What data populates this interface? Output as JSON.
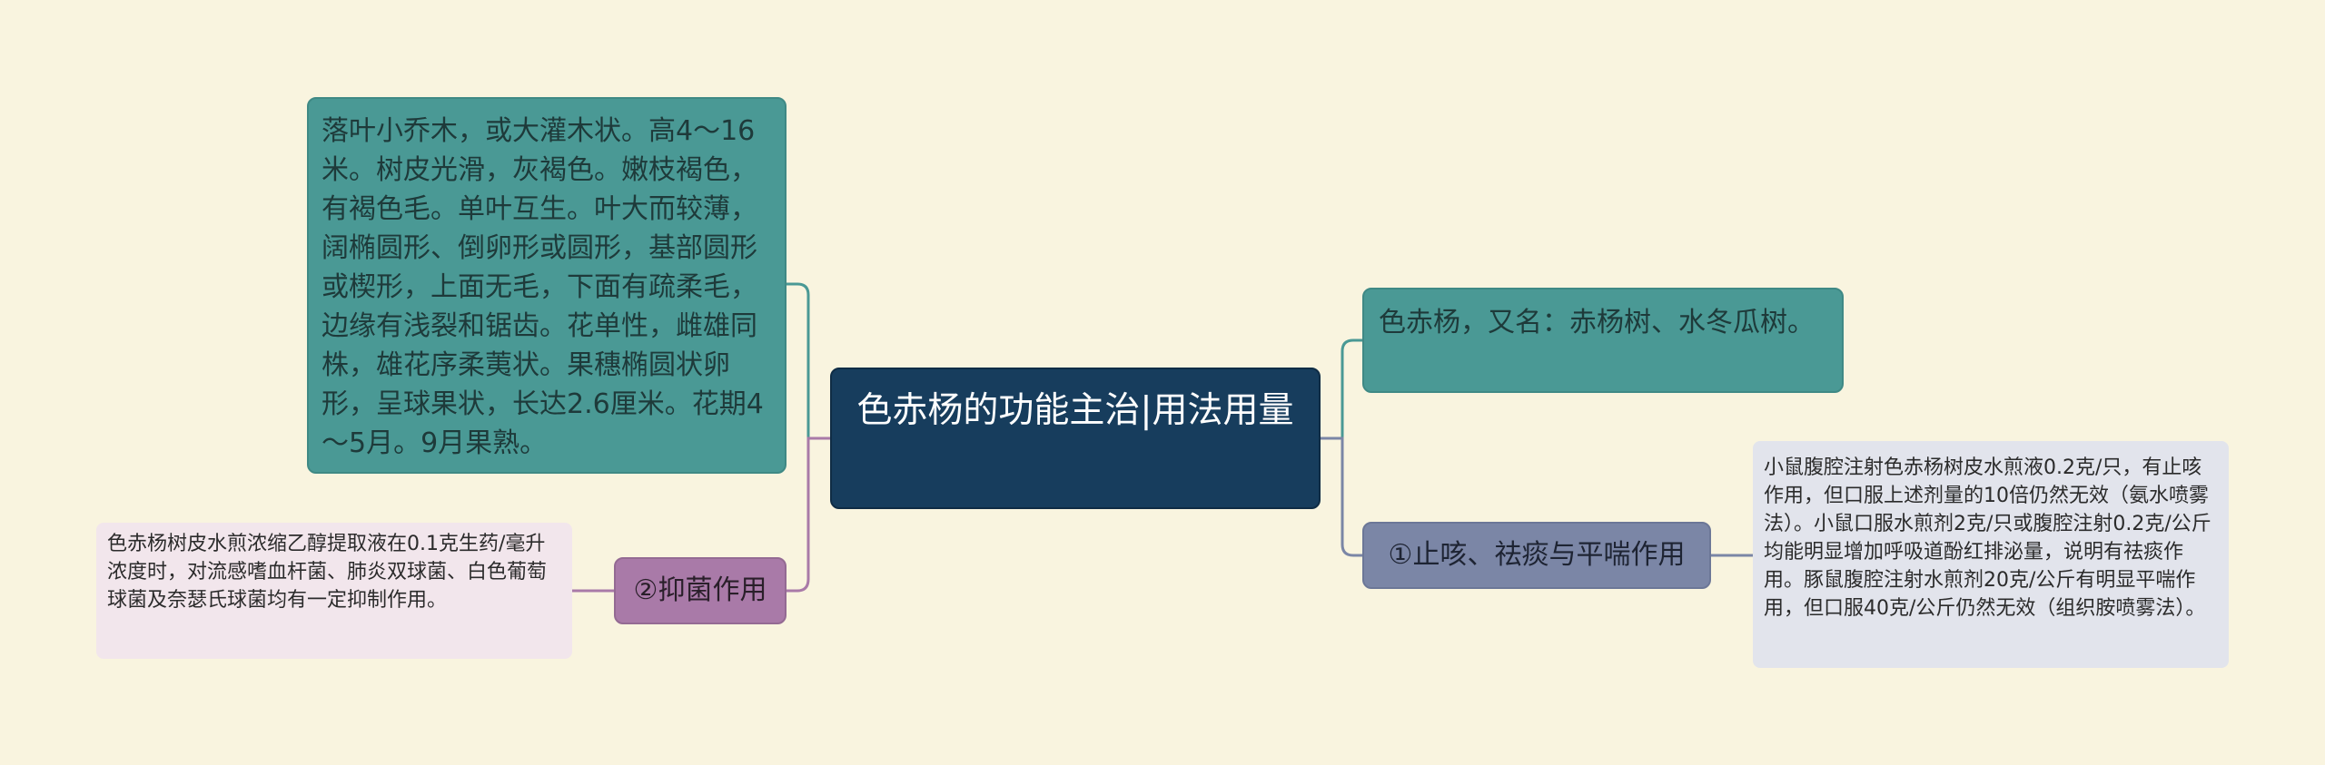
{
  "mindmap": {
    "root": {
      "label": "色赤杨的功能主治|用法用量"
    },
    "branches": {
      "description": {
        "text": "落叶小乔木，或大灌木状。高4～16米。树皮光滑，灰褐色。嫩枝褐色，有褐色毛。单叶互生。叶大而较薄，阔椭圆形、倒卵形或圆形，基部圆形或楔形，上面无毛，下面有疏柔毛，边缘有浅裂和锯齿。花单性，雌雄同株，雄花序柔荑状。果穗椭圆状卵形，呈球果状，长达2.6厘米。花期4～5月。9月果熟。"
      },
      "alias": {
        "text": "色赤杨，又名：赤杨树、水冬瓜树。"
      },
      "antibacterial": {
        "label": "②抑菌作用",
        "detail": "色赤杨树皮水煎浓缩乙醇提取液在0.1克生药/毫升浓度时，对流感嗜血杆菌、肺炎双球菌、白色葡萄球菌及奈瑟氏球菌均有一定抑制作用。"
      },
      "antitussive": {
        "label": "①止咳、祛痰与平喘作用",
        "detail": "小鼠腹腔注射色赤杨树皮水煎液0.2克/只，有止咳作用，但口服上述剂量的10倍仍然无效（氨水喷雾法）。小鼠口服水煎剂2克/只或腹腔注射0.2克/公斤均能明显增加呼吸道酚红排泌量，说明有祛痰作用。豚鼠腹腔注射水煎剂20克/公斤有明显平喘作用，但口服40克/公斤仍然无效（组织胺喷雾法）。"
      }
    },
    "colors": {
      "background": "#f9f4df",
      "root": "#173d5d",
      "teal": "#4a9995",
      "purple": "#a97aa8",
      "slate": "#7b86a6",
      "leaf_purple": "#f2e6ec",
      "leaf_slate": "#e2e4ec"
    }
  }
}
